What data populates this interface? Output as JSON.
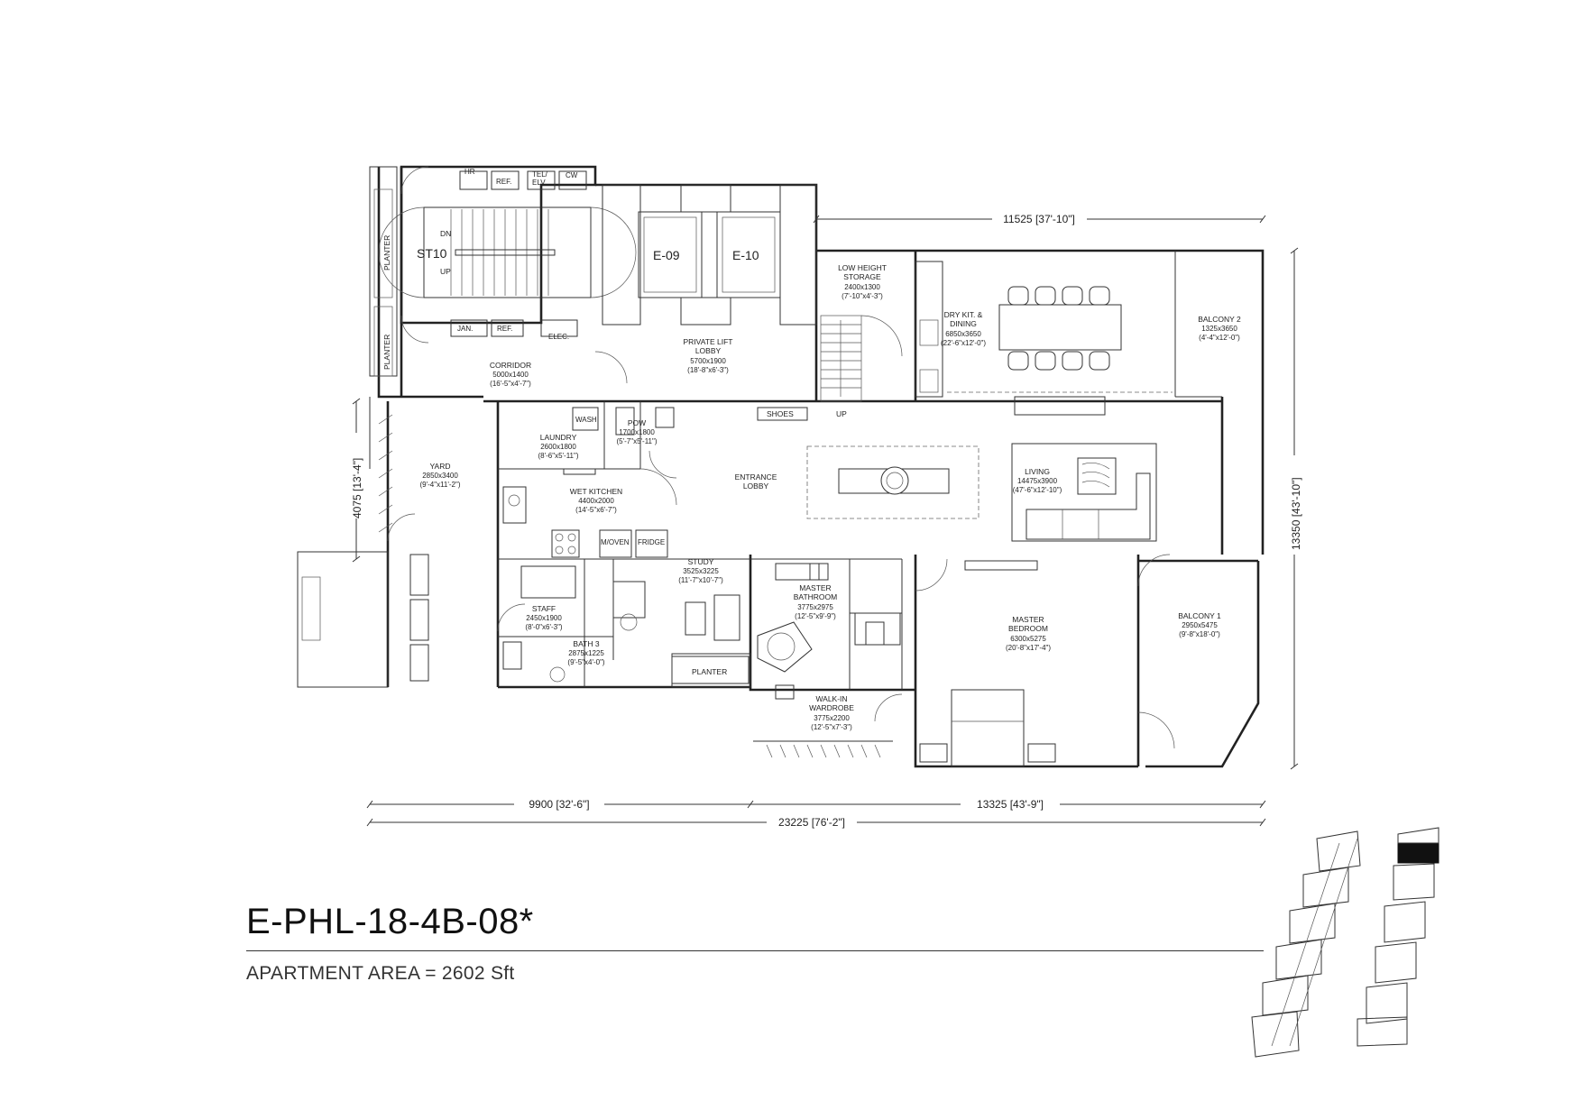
{
  "unit": {
    "code": "E-PHL-18-4B-08*",
    "area_text": "APARTMENT AREA = 2602 Sft"
  },
  "rooms": [
    {
      "id": "corridor",
      "name": "CORRIDOR",
      "size": "5000x1400",
      "imperial": "(16'-5\"x4'-7\")"
    },
    {
      "id": "private-lift-lobby",
      "name": "PRIVATE LIFT",
      "name2": "LOBBY",
      "size": "5700x1900",
      "imperial": "(18'-8\"x6'-3\")"
    },
    {
      "id": "low-height-storage",
      "name": "LOW HEIGHT",
      "name2": "STORAGE",
      "size": "2400x1300",
      "imperial": "(7'-10\"x4'-3\")"
    },
    {
      "id": "dry-kitchen-dining",
      "name": "DRY KIT. &",
      "name2": "DINING",
      "size": "6850x3650",
      "imperial": "(22'-6\"x12'-0\")"
    },
    {
      "id": "balcony-2",
      "name": "BALCONY 2",
      "size": "1325x3650",
      "imperial": "(4'-4\"x12'-0\")"
    },
    {
      "id": "laundry",
      "name": "LAUNDRY",
      "size": "2600x1800",
      "imperial": "(8'-6\"x5'-11\")"
    },
    {
      "id": "pow",
      "name": "POW",
      "size": "1700x1800",
      "imperial": "(5'-7\"x5'-11\")"
    },
    {
      "id": "yard",
      "name": "YARD",
      "size": "2850x3400",
      "imperial": "(9'-4\"x11'-2\")"
    },
    {
      "id": "wet-kitchen",
      "name": "WET KITCHEN",
      "size": "4400x2000",
      "imperial": "(14'-5\"x6'-7\")"
    },
    {
      "id": "entrance-lobby",
      "name": "ENTRANCE",
      "name2": "LOBBY"
    },
    {
      "id": "living",
      "name": "LIVING",
      "size": "14475x3900",
      "imperial": "(47'-6\"x12'-10\")"
    },
    {
      "id": "study",
      "name": "STUDY",
      "size": "3525x3225",
      "imperial": "(11'-7\"x10'-7\")"
    },
    {
      "id": "staff",
      "name": "STAFF",
      "size": "2450x1900",
      "imperial": "(8'-0\"x6'-3\")"
    },
    {
      "id": "bath-3",
      "name": "BATH 3",
      "size": "2875x1225",
      "imperial": "(9'-5\"x4'-0\")"
    },
    {
      "id": "master-bathroom",
      "name": "MASTER",
      "name2": "BATHROOM",
      "size": "3775x2975",
      "imperial": "(12'-5\"x9'-9\")"
    },
    {
      "id": "master-bedroom",
      "name": "MASTER",
      "name2": "BEDROOM",
      "size": "6300x5275",
      "imperial": "(20'-8\"x17'-4\")"
    },
    {
      "id": "balcony-1",
      "name": "BALCONY 1",
      "size": "2950x5475",
      "imperial": "(9'-8\"x18'-0\")"
    },
    {
      "id": "walk-in-wardrobe",
      "name": "WALK-IN",
      "name2": "WARDROBE",
      "size": "3775x2200",
      "imperial": "(12'-5\"x7'-3\")"
    }
  ],
  "labels": {
    "lift_1": "E-09",
    "lift_2": "E-10",
    "stair": "ST10",
    "stair_dn": "DN",
    "stair_up": "UP",
    "planter_1": "PLANTER",
    "planter_2": "PLANTER",
    "planter_3": "PLANTER",
    "shoes": "SHOES",
    "storage_up": "UP",
    "jan": "JAN.",
    "ref_top": "REF.",
    "ref_bottom": "REF.",
    "elec": "ELEC.",
    "tel_elv": "TEL/",
    "tel_elv2": "ELV",
    "cw": "CW",
    "hr": "HR",
    "washer": "WASH",
    "oven": "M/OVEN",
    "fridge": "FRIDGE"
  },
  "dimensions": {
    "top": "11525 [37'-10\"]",
    "right": "13350 [43'-10\"]",
    "left": "4075 [13'-4\"]",
    "bottom_left": "9900 [32'-6\"]",
    "bottom_right": "13325 [43'-9\"]",
    "bottom_total": "23225 [76'-2\"]"
  },
  "key_plan": {
    "highlight_color": "#111111"
  },
  "colors": {
    "line": "#222222",
    "background": "#ffffff"
  }
}
